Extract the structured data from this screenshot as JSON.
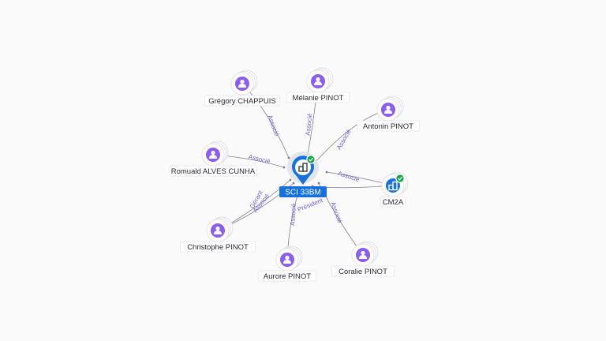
{
  "center": {
    "label": "SCI 33BM",
    "icon": "company-building-icon",
    "verified": true,
    "colors": {
      "pin": "#1670e0",
      "halo": "#dfe3ea",
      "check": "#17a34a"
    }
  },
  "persons": [
    {
      "id": "gregory-chappuis",
      "label": "Grégory CHAPPUIS"
    },
    {
      "id": "melanie-pinot",
      "label": "Mélanie PINOT"
    },
    {
      "id": "antonin-pinot",
      "label": "Antonin PINOT"
    },
    {
      "id": "romuald-alves-cunha",
      "label": "Romuald ALVES CUNHA"
    },
    {
      "id": "christophe-pinot",
      "label": "Christophe PINOT"
    },
    {
      "id": "aurore-pinot",
      "label": "Aurore PINOT"
    },
    {
      "id": "coralie-pinot",
      "label": "Coralie PINOT"
    }
  ],
  "companies": [
    {
      "id": "cm2a",
      "label": "CM2A",
      "verified": true
    }
  ],
  "edges": [
    {
      "from": "gregory-chappuis",
      "label": "Associé"
    },
    {
      "from": "melanie-pinot",
      "label": "Associé"
    },
    {
      "from": "antonin-pinot",
      "label": "Associé"
    },
    {
      "from": "romuald-alves-cunha",
      "label": "Associé"
    },
    {
      "from": "cm2a",
      "label": "Associé"
    },
    {
      "from": "christophe-pinot",
      "label": "Gérant"
    },
    {
      "from": "christophe-pinot",
      "label": "Associé"
    },
    {
      "from": "aurore-pinot",
      "label": "Associé"
    },
    {
      "from": "cm2a",
      "label": "Président"
    },
    {
      "from": "coralie-pinot",
      "label": "Associé"
    }
  ],
  "colors": {
    "person_avatar": "#8b5cf6",
    "company_icon": "#1670e0",
    "edge_label": "#6d5fd0",
    "edge_line": "#7f7f8f",
    "verified_check": "#17a34a"
  }
}
